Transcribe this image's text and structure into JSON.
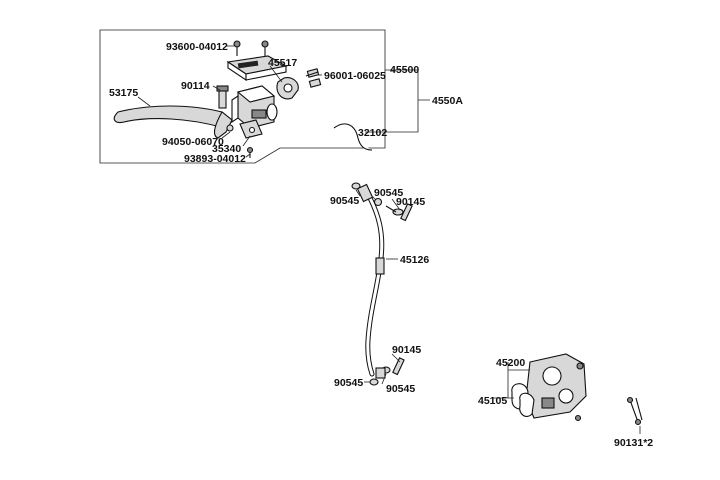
{
  "labels": {
    "p93600": "93600-04012",
    "p45517": "45517",
    "p96001": "96001-06025",
    "p45500": "45500",
    "p4550A": "4550A",
    "p53175": "53175",
    "p90114": "90114",
    "p94050": "94050-06070",
    "p35340": "35340",
    "p93893": "93893-04012",
    "p32102": "32102",
    "p90545a": "90545",
    "p90545b": "90545",
    "p90145a": "90145",
    "p45126": "45126",
    "p90145b": "90145",
    "p90545c": "90545",
    "p90545d": "90545",
    "p45200": "45200",
    "p45105": "45105",
    "p90131": "90131*2"
  }
}
